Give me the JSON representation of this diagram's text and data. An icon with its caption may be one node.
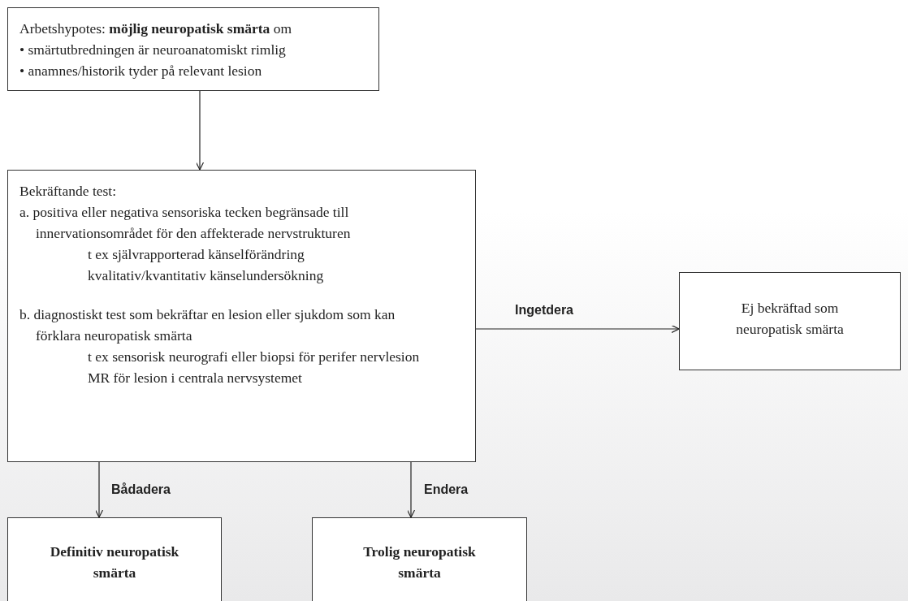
{
  "diagram": {
    "nodes": [
      {
        "text": [
          "Arbetshypotes: **möjlig neuropatisk smärta** om",
          "• smärtutbredningen är neuroanatomiskt rimlig",
          "• anamnes/historik tyder på relevant lesion"
        ]
      },
      {
        "text": [
          "Bekräftande test:",
          "a. positiva eller negativa sensoriska tecken begränsade till innervationsområdet för den affekterade nervstrukturen",
          "t ex självrapporterad känselförändring",
          "kvalitativ/kvantitativ känselundersökning",
          "b. diagnostiskt test som bekräftar en lesion eller sjukdom som kan förklara neuropatisk smärta",
          "t ex sensorisk neurografi eller biopsi för perifer nervlesion",
          "MR för lesion i centrala nervsystemet"
        ]
      },
      {
        "text": [
          "Ej bekräftad som neuropatisk smärta"
        ]
      },
      {
        "text": [
          "Definitiv neuropatisk smärta"
        ]
      },
      {
        "text": [
          "Trolig neuropatisk smärta"
        ]
      }
    ],
    "edges": [
      {
        "from": 0,
        "to": 1,
        "arrow": "to"
      },
      {
        "from": 1,
        "to": 2,
        "arrow": "to",
        "label": "Ingetdera"
      },
      {
        "from": 1,
        "to": 3,
        "arrow": "to",
        "label": "Bådadera"
      },
      {
        "from": 1,
        "to": 4,
        "arrow": "to",
        "label": "Endera"
      }
    ]
  }
}
